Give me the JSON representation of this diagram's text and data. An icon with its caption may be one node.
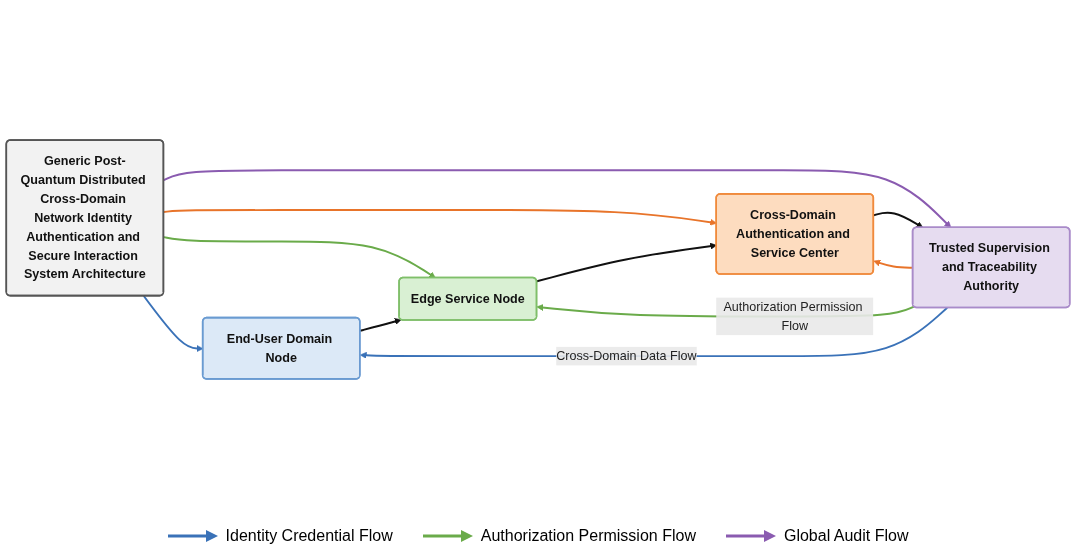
{
  "diagram": {
    "nodes": [
      {
        "text": [
          "Generic Post-Quantum Distributed Cross-Domain Network Identity Authentication and Secure Interaction System Architecture"
        ]
      },
      {
        "text": [
          "End-User Domain Node"
        ]
      },
      {
        "text": [
          "Edge Service Node"
        ]
      },
      {
        "text": [
          "Cross-Domain Authentication and Service Center"
        ]
      },
      {
        "text": [
          "Trusted Supervision and Traceability Authority"
        ]
      }
    ],
    "edges": [
      {
        "from": 0,
        "to": 1,
        "arrow": "to",
        "color": "#3a72b8"
      },
      {
        "from": 0,
        "to": 2,
        "arrow": "to",
        "color": "#6aab4a"
      },
      {
        "from": 0,
        "to": 3,
        "arrow": "to",
        "color": "#e8742a"
      },
      {
        "from": 0,
        "to": 4,
        "arrow": "to",
        "color": "#8a5bb0"
      },
      {
        "from": 1,
        "to": 2,
        "arrow": "to"
      },
      {
        "from": 2,
        "to": 3,
        "arrow": "to"
      },
      {
        "from": 3,
        "to": 4,
        "arrow": "to"
      },
      {
        "from": 4,
        "to": 3,
        "arrow": "to",
        "color": "#e8742a"
      },
      {
        "from": 4,
        "to": 2,
        "arrow": "to",
        "label": "Authorization Permission Flow",
        "color": "#6aab4a"
      },
      {
        "from": 4,
        "to": 1,
        "arrow": "to",
        "label": "Cross-Domain Data Flow",
        "color": "#3a72b8"
      }
    ],
    "legend": [
      {
        "text": "Identity Credential Flow",
        "color": "#3a72b8"
      },
      {
        "text": "Authorization Permission Flow",
        "color": "#6aab4a"
      },
      {
        "text": "Global Audit Flow",
        "color": "#8a5bb0"
      }
    ]
  }
}
